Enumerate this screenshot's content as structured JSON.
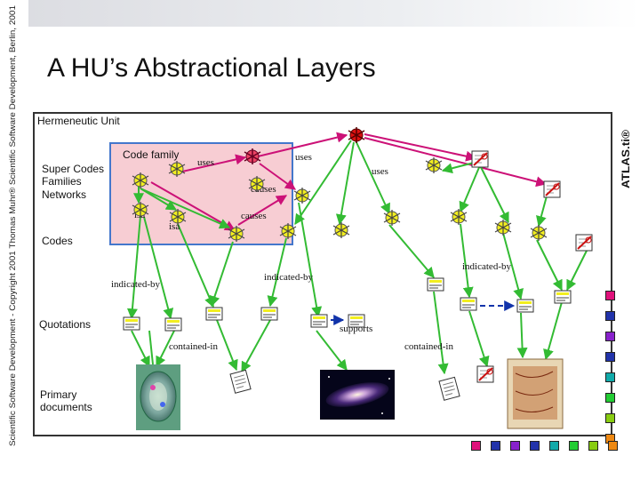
{
  "slide": {
    "side_text": "Scientific Software Development - Copyright 2001 Thomas Muhr® Scientific Software Development, Berlin, 2001",
    "title": "A HU’s Abstractional Layers",
    "brand": "ATLAS.ti®"
  },
  "diagram": {
    "unit_label": "Hermeneutic Unit",
    "layers": {
      "super": [
        "Super Codes",
        "Families",
        "Networks"
      ],
      "code_family": "Code family",
      "codes": "Codes",
      "quotations": "Quotations",
      "documents": [
        "Primary",
        "documents"
      ]
    },
    "relations": {
      "uses_1": "uses",
      "uses_2": "uses",
      "uses_3": "uses",
      "causes_1": "causes",
      "causes_2": "causes",
      "isa_1": "isa",
      "isa_2": "isa",
      "indicated_1": "indicated-by",
      "indicated_2": "indicated-by",
      "indicated_3": "indicated-by",
      "supports": "supports",
      "contained_1": "contained-in",
      "contained_2": "contained-in"
    }
  },
  "colors": {
    "edge_green": "#33bb33",
    "edge_magenta": "#cc1177",
    "edge_blue": "#1133aa",
    "family_fill": "#f7cdd3",
    "family_border": "#4477cc",
    "code_icon": "#f2ee1f",
    "super_icon": "#dd1111",
    "palette_right": [
      "#e0117b",
      "#2233aa",
      "#8822cc",
      "#2233aa",
      "#2233aa",
      "#11aaaa",
      "#22cc33",
      "#88cc11",
      "#ee8811",
      "#ee8811"
    ],
    "palette_bottom": [
      "#e0117b",
      "#2233aa",
      "#2233aa",
      "#8822cc",
      "#2233aa",
      "#11aaaa",
      "#22cc33",
      "#88cc11",
      "#ee8811",
      "#ee8811"
    ]
  }
}
